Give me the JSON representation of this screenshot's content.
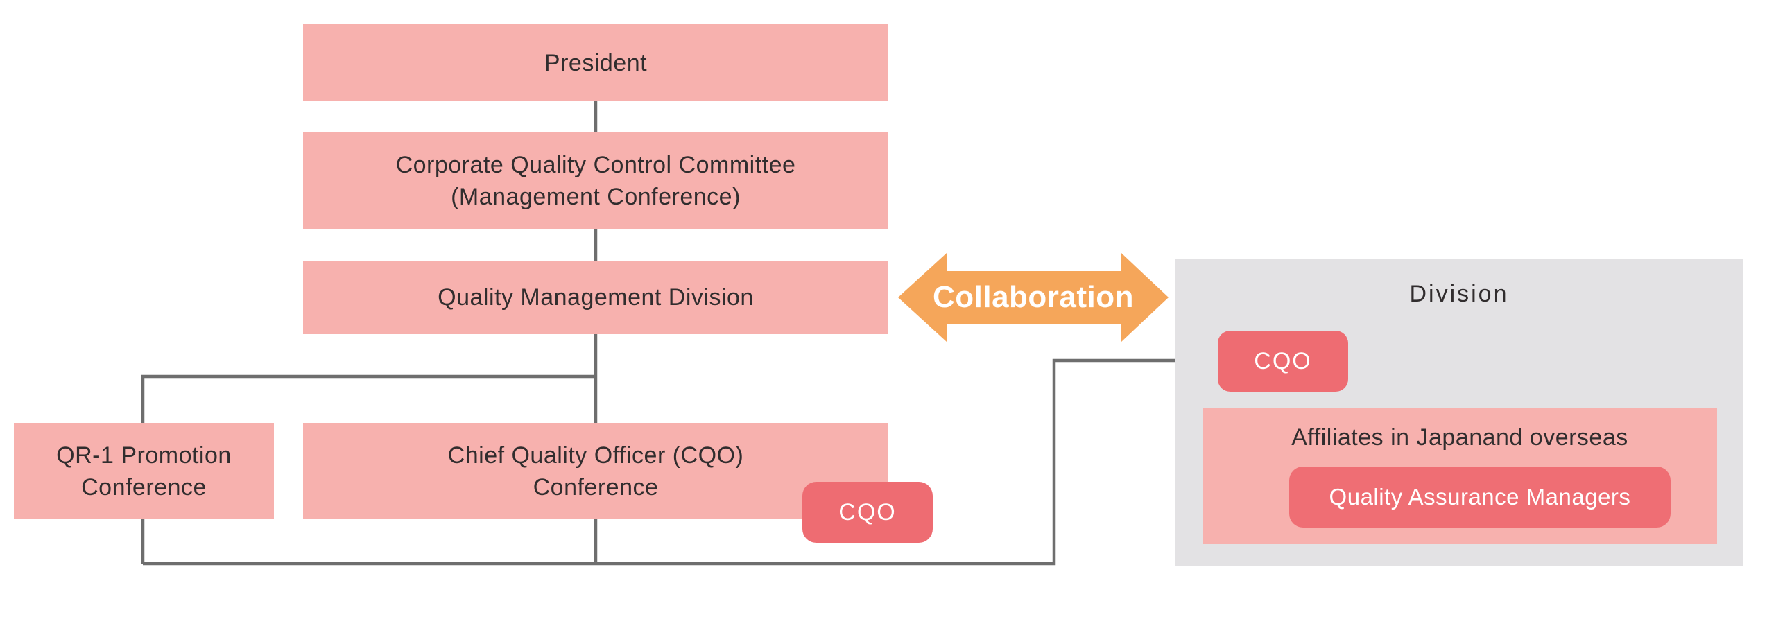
{
  "palette": {
    "box_pink": "#f7b1ae",
    "badge_red": "#ee6c72",
    "qam_red": "#ef6e74",
    "arrow_orange": "#f5a65a",
    "panel_gray": "#e3e2e4",
    "connector_gray": "#6e6e6e",
    "text_dark": "#312d2e",
    "text_white": "#ffffff"
  },
  "nodes": {
    "president": {
      "label": "President"
    },
    "committee": {
      "line1": "Corporate Quality Control Committee",
      "line2": "(Management Conference)"
    },
    "qmd": {
      "label": "Quality Management Division"
    },
    "qr1": {
      "line1": "QR-1 Promotion",
      "line2": "Conference"
    },
    "cqo_conference": {
      "line1": "Chief Quality Officer (CQO)",
      "line2": "Conference"
    },
    "cqo_badge": {
      "label": "CQO"
    }
  },
  "collaboration": {
    "label": "Collaboration"
  },
  "division": {
    "title": "Division",
    "cqo_badge": {
      "label": "CQO"
    },
    "affiliates": {
      "label": "Affiliates in Japanand overseas"
    },
    "qa_managers": {
      "label": "Quality Assurance Managers"
    }
  }
}
